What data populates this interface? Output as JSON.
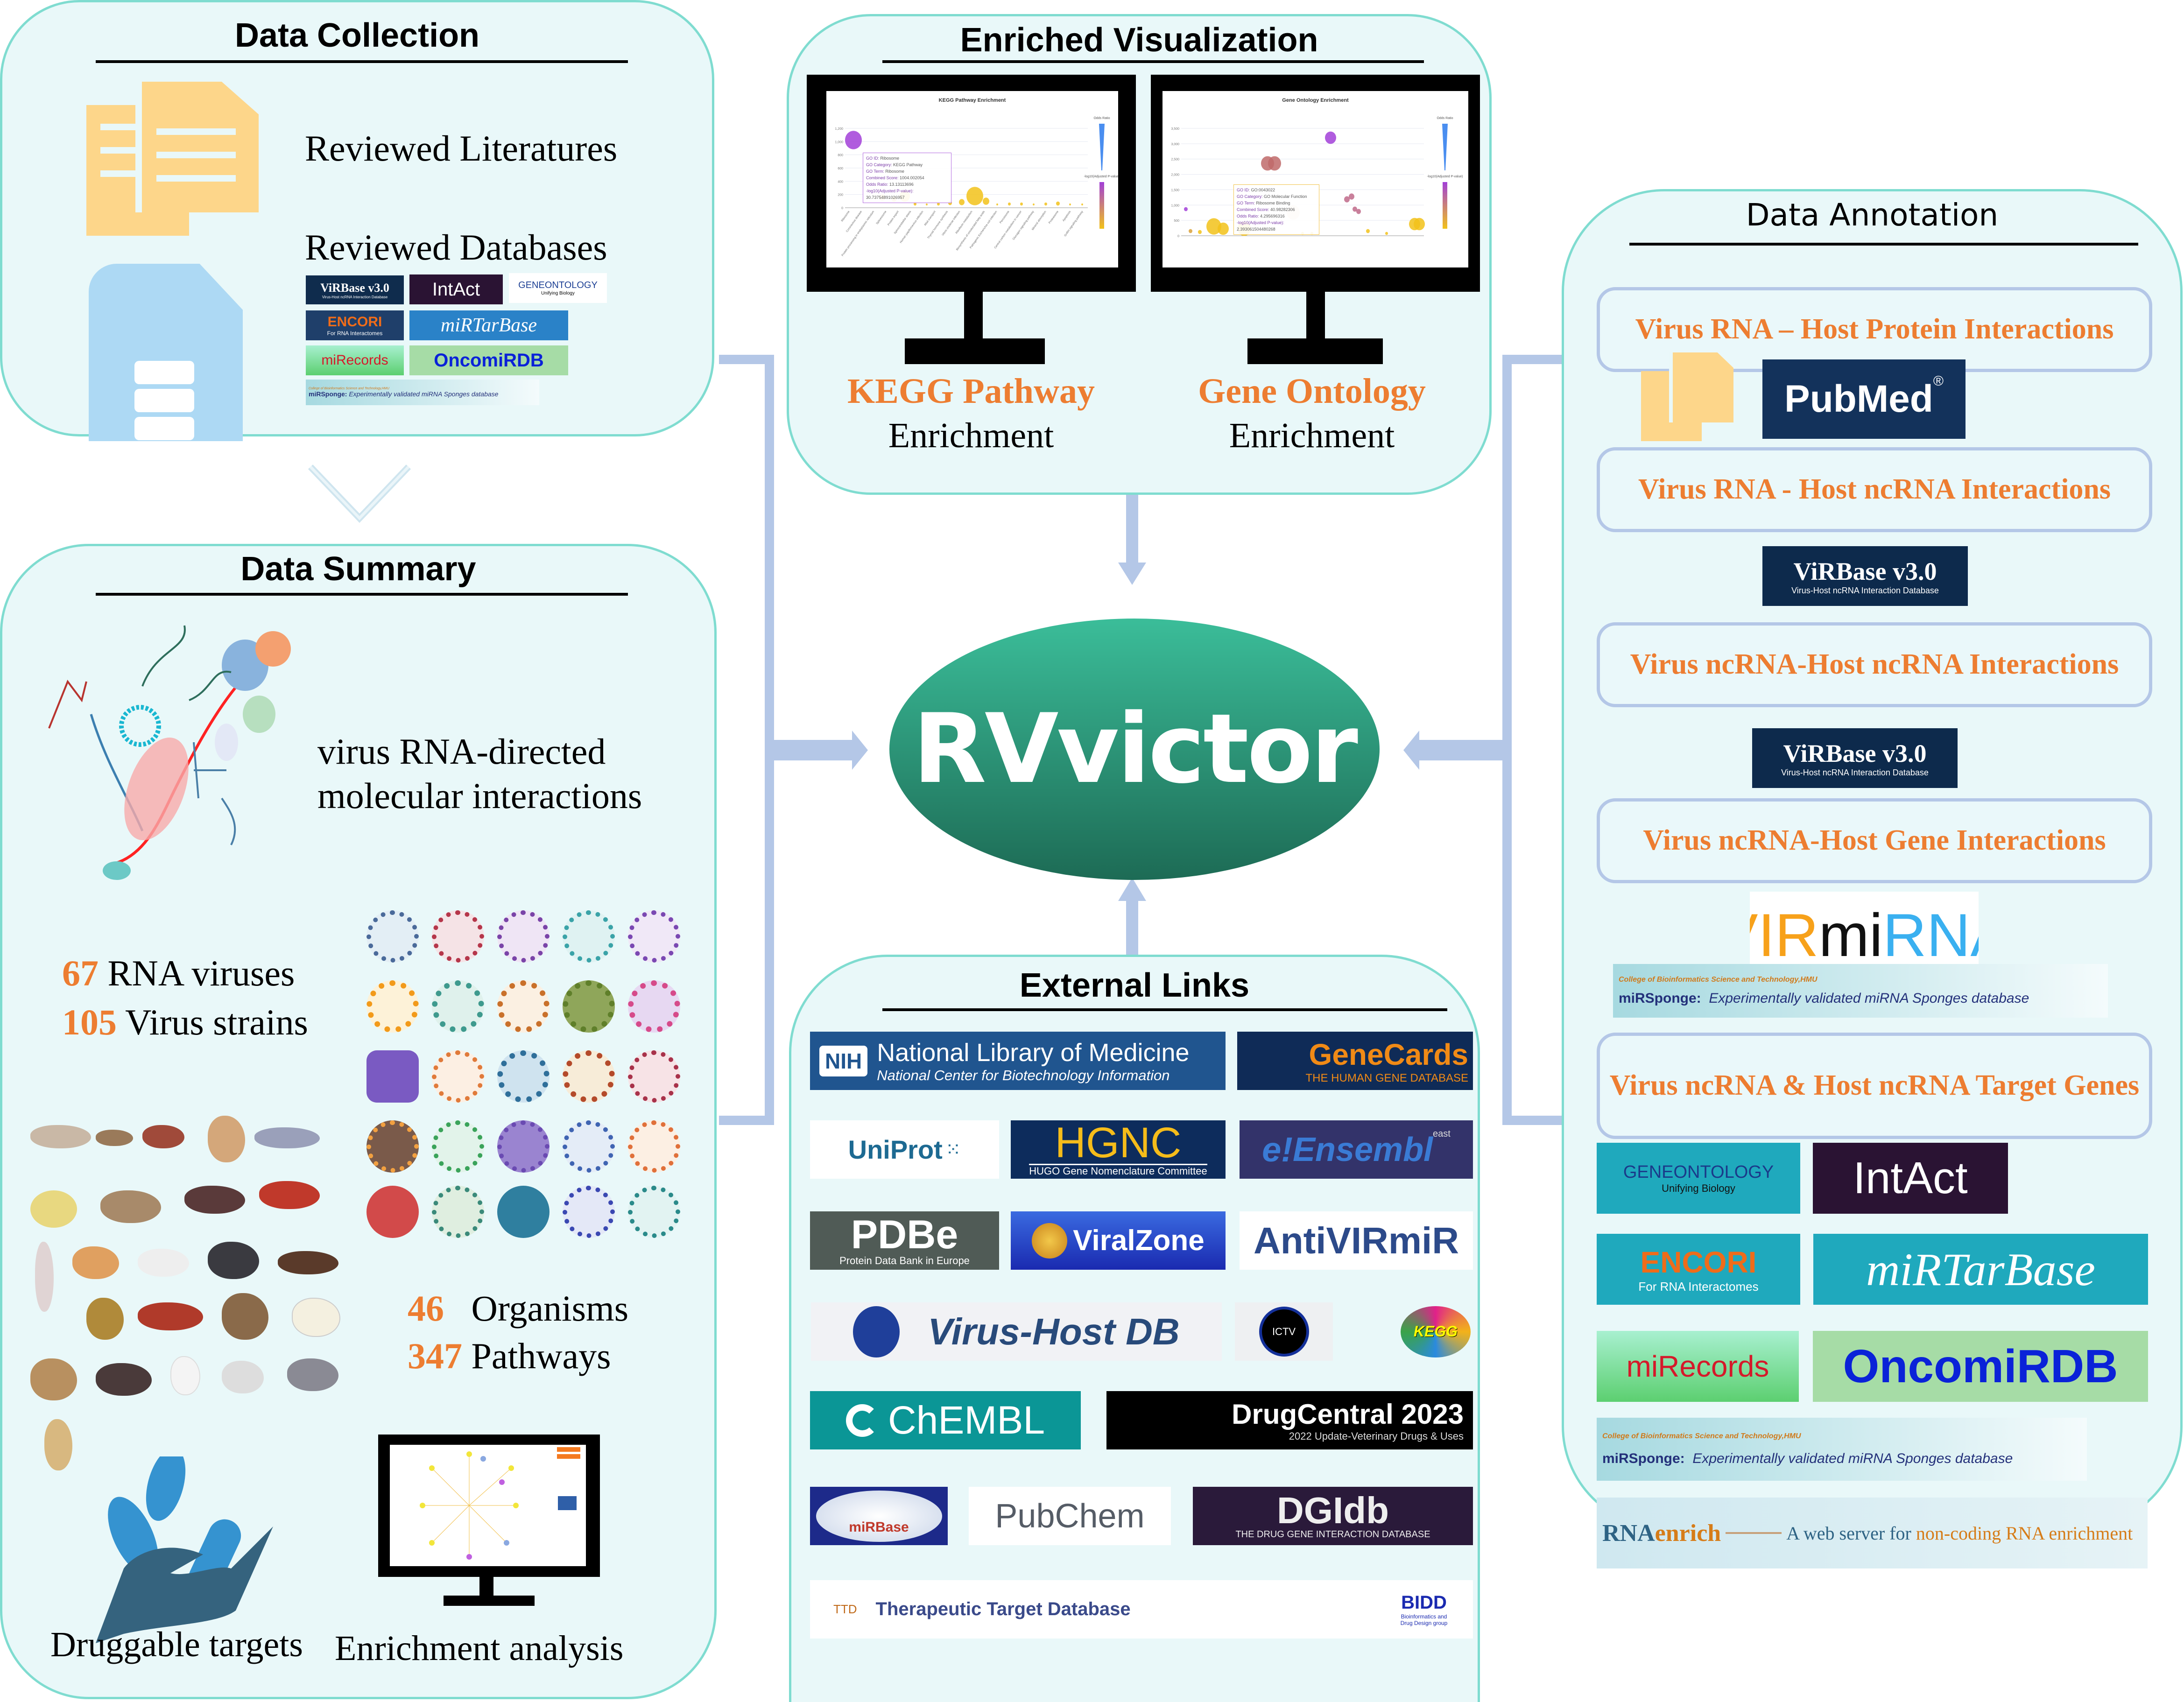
{
  "center": {
    "title": "RVvictor"
  },
  "data_collection": {
    "title": "Data Collection",
    "literature_label": "Reviewed Literatures",
    "databases_label": "Reviewed Databases",
    "db_logos": [
      {
        "name": "ViRBase v3.0",
        "sub": "Virus-Host ncRNA Interaction Database"
      },
      {
        "name": "IntAct"
      },
      {
        "name": "GENEONTOLOGY",
        "sub": "Unifying Biology"
      },
      {
        "name": "ENCORI",
        "sub": "For RNA Interactomes"
      },
      {
        "name": "miRTarBase"
      },
      {
        "name": "miRecords"
      },
      {
        "name": "OncomiRDB"
      },
      {
        "name": "miRSponge:",
        "sub": "Experimentally validated miRNA Sponges database",
        "header": "College of Bioinformatics Science and Technology,HMU"
      }
    ]
  },
  "data_summary": {
    "title": "Data Summary",
    "interactions_line1": "virus RNA-directed",
    "interactions_line2": "molecular interactions",
    "stats": [
      {
        "value": "67",
        "label": "RNA viruses"
      },
      {
        "value": "105",
        "label": "Virus strains"
      },
      {
        "value": "46",
        "label": "Organisms"
      },
      {
        "value": "347",
        "label": "Pathways"
      }
    ],
    "druggable_label": "Druggable targets",
    "enrichment_label": "Enrichment analysis"
  },
  "enriched_visualization": {
    "title": "Enriched Visualization",
    "kegg": {
      "chart_title": "KEGG Pathway Enrichment",
      "label_colored": "KEGG Pathway",
      "label_plain": "Enrichment",
      "y_ticks": [
        "0",
        "200",
        "400",
        "600",
        "800",
        "1,000",
        "1,200"
      ],
      "legend_odds": "Odds Ratio",
      "legend_odds_max": "16",
      "legend_odds_min": "2",
      "legend_p": "-log10(Adjusted P-value)",
      "legend_p_max": "31",
      "tooltip": [
        {
          "k": "GO ID:",
          "v": "Ribosome"
        },
        {
          "k": "GO Category:",
          "v": "KEGG Pathway"
        },
        {
          "k": "GO Term:",
          "v": "Ribosome"
        },
        {
          "k": "Combined Score:",
          "v": "1004.002054"
        },
        {
          "k": "Odds Ratio:",
          "v": "13.13113696"
        },
        {
          "k": "-log10(Adjusted P-value):",
          "v": "30.73754891026957"
        }
      ],
      "categories": [
        "Ribosome",
        "Coronavirus disease",
        "Protein processing in endoplasmic reticulum",
        "Spliceosome",
        "Protein export",
        "Spinocerebellar ataxia",
        "Human papillomavirus infection",
        "RNA transport",
        "Thyroid hormone synthesis",
        "Vibrio cholerae infection",
        "Riboflavin metabolism",
        "Biosynthesis of unsaturated fatty acids",
        "Pathogenic Escherichia coli infection",
        "Peroxisome",
        "Central carbon metabolism in cancer",
        "Glucagon signaling pathway",
        "Mineral absorption",
        "Proteasome",
        "Apoptosis",
        "GnRH signaling pathway"
      ]
    },
    "go": {
      "chart_title": "Gene Ontology Enrichment",
      "label_colored": "Gene Ontology",
      "label_plain": "Enrichment",
      "y_ticks": [
        "0",
        "500",
        "1,000",
        "1,500",
        "2,000",
        "2,500",
        "3,000",
        "3,500"
      ],
      "legend_odds": "Odds Ratio",
      "legend_odds_max": "39",
      "legend_odds_min": "1",
      "legend_p": "-log10(Adjusted P-value)",
      "legend_p_min": "2",
      "tooltip": [
        {
          "k": "GO ID:",
          "v": "GO:0043022"
        },
        {
          "k": "GO Category:",
          "v": "GO Molecular Function"
        },
        {
          "k": "GO Term:",
          "v": "Ribosome Binding"
        },
        {
          "k": "Combined Score:",
          "v": "40.98282306"
        },
        {
          "k": "Odds Ratio:",
          "v": "4.295696316"
        },
        {
          "k": "-log10(Adjusted P-value):",
          "v": "2.393061504480268"
        }
      ]
    }
  },
  "data_annotation": {
    "title": "Data Annotation",
    "sections": [
      {
        "label": "Virus RNA – Host Protein Interactions"
      },
      {
        "label": "Virus RNA - Host ncRNA Interactions"
      },
      {
        "label": "Virus ncRNA-Host ncRNA Interactions"
      },
      {
        "label": "Virus ncRNA-Host Gene Interactions"
      },
      {
        "label": "Virus ncRNA & Host ncRNA Target Genes"
      }
    ],
    "pubmed": "PubMed",
    "virbase": {
      "name": "ViRBase v3.0",
      "sub": "Virus-Host ncRNA Interaction Database"
    },
    "virmirna": {
      "part1": "VIR",
      "part2": "mi",
      "part3": "RNA"
    },
    "mirsponge": {
      "header": "College of Bioinformatics Science and Technology,HMU",
      "name": "miRSponge:",
      "sub": "Experimentally validated miRNA Sponges database"
    },
    "target_logos": [
      {
        "name": "GENEONTOLOGY",
        "sub": "Unifying Biology"
      },
      {
        "name": "IntAct"
      },
      {
        "name": "ENCORI",
        "sub": "For RNA Interactomes"
      },
      {
        "name": "miRTarBase"
      },
      {
        "name": "miRecords"
      },
      {
        "name": "OncomiRDB"
      }
    ],
    "rnaenrich": {
      "name1": "RNA",
      "name2": "enrich",
      "tag1": "A web server for ",
      "tag2": "non-coding RNA enrichment"
    }
  },
  "external_links": {
    "title": "External Links",
    "logos": [
      {
        "id": "nlm",
        "name": "National Library of Medicine",
        "sub": "National Center for Biotechnology Information",
        "badge": "NIH"
      },
      {
        "id": "genecards",
        "name": "GeneCards",
        "sub": "THE HUMAN GENE DATABASE"
      },
      {
        "id": "uniprot",
        "name": "UniProt"
      },
      {
        "id": "hgnc",
        "name": "HGNC",
        "sub": "HUGO Gene Nomenclature Committee"
      },
      {
        "id": "ensembl",
        "name": "Ensembl",
        "badge": "e!",
        "sub": "east"
      },
      {
        "id": "pdbe",
        "name": "PDBe",
        "sub": "Protein Data Bank in Europe"
      },
      {
        "id": "viralzone",
        "name": "ViralZone"
      },
      {
        "id": "antivirmir",
        "name": "AntiVIRmiR"
      },
      {
        "id": "virushostdb",
        "name": "Virus-Host DB"
      },
      {
        "id": "ictv",
        "name": "ICTV"
      },
      {
        "id": "kegg",
        "name": "KEGG"
      },
      {
        "id": "chembl",
        "name": "ChEMBL"
      },
      {
        "id": "drugcentral",
        "name": "DrugCentral 2023",
        "sub": "2022 Update-Veterinary Drugs & Uses"
      },
      {
        "id": "mirbase",
        "name": "miRBase"
      },
      {
        "id": "pubchem",
        "name": "PubChem"
      },
      {
        "id": "dgidb",
        "name": "DGIdb",
        "sub": "THE DRUG GENE INTERACTION DATABASE"
      },
      {
        "id": "ttd",
        "name": "Therapeutic Target Database",
        "badge": "TTD"
      },
      {
        "id": "bidd",
        "name": "BIDD",
        "sub": "Bioinformatics and Drug Design group"
      }
    ]
  },
  "colors": {
    "accent_orange": "#ed7d31",
    "panel_border": "#7fdcd0",
    "panel_fill": "#e9f8f9",
    "connector": "#b4c7e7",
    "center_top": "#3bbd99",
    "center_bottom": "#1d6b55"
  }
}
